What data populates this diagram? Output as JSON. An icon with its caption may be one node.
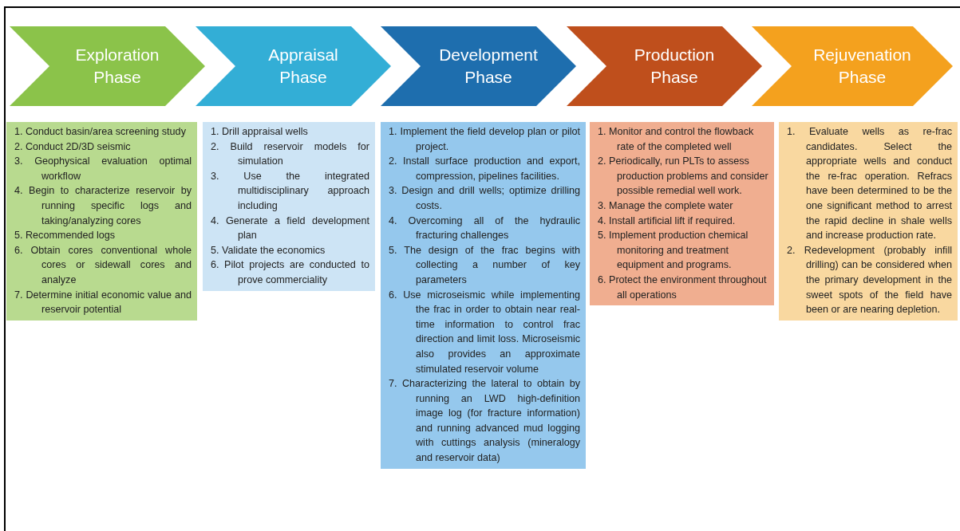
{
  "diagram": {
    "nodes": [
      {
        "text": [
          "Exploration Phase"
        ]
      },
      {
        "text": [
          "Appraisal Phase"
        ]
      },
      {
        "text": [
          "Development Phase"
        ]
      },
      {
        "text": [
          "Production Phase"
        ]
      },
      {
        "text": [
          "Rejuvenation Phase"
        ]
      },
      {
        "text": [
          "1. Conduct basin/area screening study",
          "2. Conduct 2D/3D seismic",
          "3. Geophysical evaluation optimal workflow",
          "4. Begin to characterize reservoir by running specific logs and taking/analyzing cores",
          "5. Recommended logs",
          "6. Obtain cores conventional whole cores or sidewall cores and analyze",
          "7. Determine initial economic value and reservoir potential"
        ]
      },
      {
        "text": [
          "1. Drill appraisal wells",
          "2. Build reservoir models for simulation",
          "3. Use the integrated multidisciplinary approach including",
          "4. Generate a field development plan",
          "5. Validate the economics",
          "6. Pilot projects are conducted to prove commerciality"
        ]
      },
      {
        "text": [
          "1. Implement the field develop plan or pilot project.",
          "2. Install surface production and export, compression, pipelines facilities.",
          "3. Design and drill wells; optimize drilling costs.",
          "4. Overcoming all of the hydraulic fracturing challenges",
          "5. The design of the frac begins with collecting a number of key parameters",
          "6. Use microseismic while implementing the frac in order to obtain near real-time information to control frac direction and limit loss. Microseismic also provides an approximate stimulated reservoir volume",
          "7. Characterizing the lateral to obtain by running an LWD high-definition image log (for fracture information) and running advanced mud logging with cuttings analysis (mineralogy and reservoir data)"
        ]
      },
      {
        "text": [
          "1. Monitor and control the flowback rate of the completed well",
          "2. Periodically, run PLTs to assess production problems and consider possible remedial well work.",
          "3. Manage the complete water",
          "4. Install artificial lift if required.",
          "5. Implement production chemical monitoring and treatment equipment and programs.",
          "6. Protect the environment throughout all operations"
        ]
      },
      {
        "text": [
          "1. Evaluate wells as re-frac candidates. Select the appropriate wells and conduct the re-frac operation. Refracs have been determined to be the one significant method to arrest the rapid decline in shale wells and increase production rate.",
          "2. Redevelopment (probably infill drilling) can be considered when the primary development in the sweet spots of the field have been or are nearing depletion."
        ]
      }
    ]
  }
}
